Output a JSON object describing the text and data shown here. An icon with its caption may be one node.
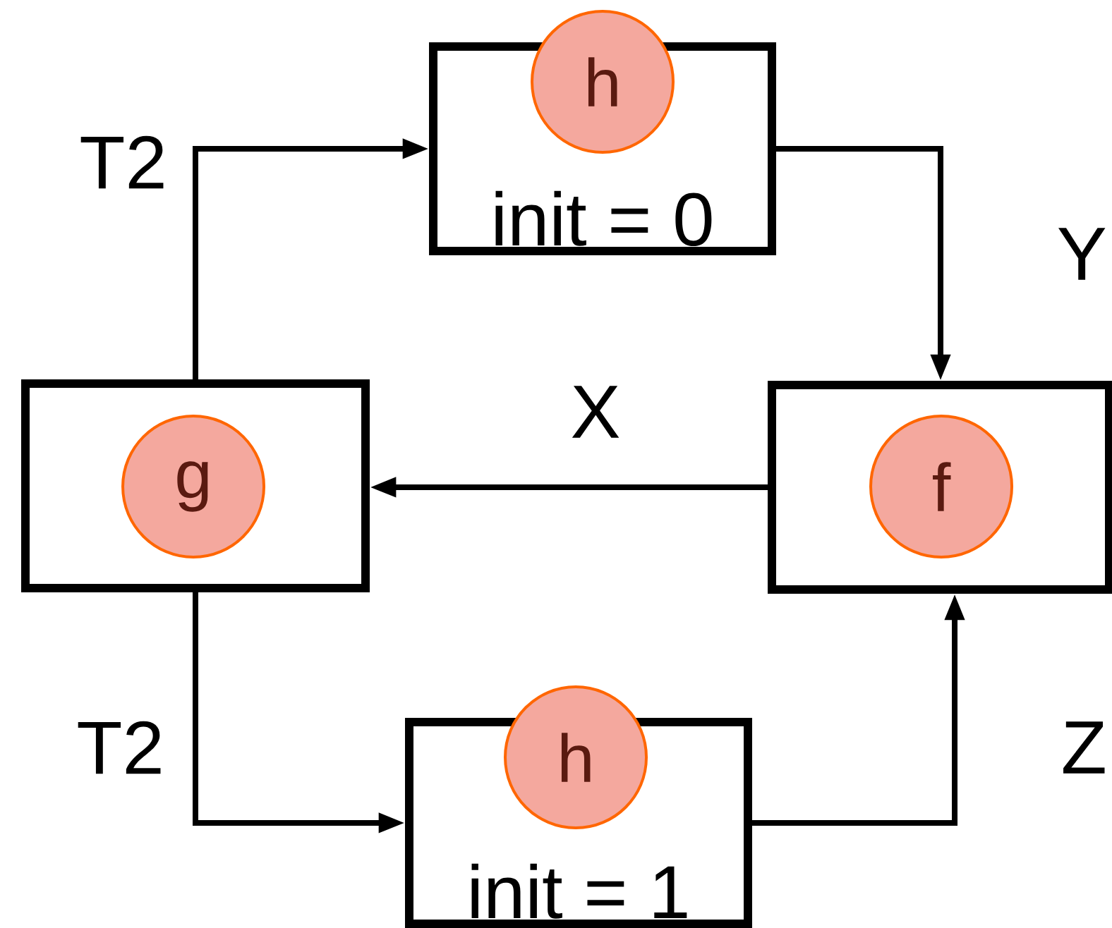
{
  "diagram": {
    "nodes": [
      {
        "text": [
          "init = 0"
        ]
      },
      {
        "text": [
          "h"
        ]
      },
      {
        "text": [],
        "shape": "box"
      },
      {
        "text": [
          "g"
        ],
        "in": 2
      },
      {
        "text": [],
        "shape": "box"
      },
      {
        "text": [
          "f"
        ],
        "in": 4
      },
      {
        "text": [
          "init = 1"
        ]
      },
      {
        "text": [
          "h"
        ]
      }
    ],
    "edges": [
      {
        "from": 2,
        "to": 0,
        "arrow": "to",
        "label": "T2"
      },
      {
        "from": 0,
        "to": 4,
        "arrow": "to",
        "label": "Y"
      },
      {
        "from": 4,
        "to": 2,
        "arrow": "to",
        "label": "X"
      },
      {
        "from": 2,
        "to": 6,
        "arrow": "to",
        "label": "T2"
      },
      {
        "from": 6,
        "to": 4,
        "arrow": "to",
        "label": "Z"
      }
    ]
  }
}
